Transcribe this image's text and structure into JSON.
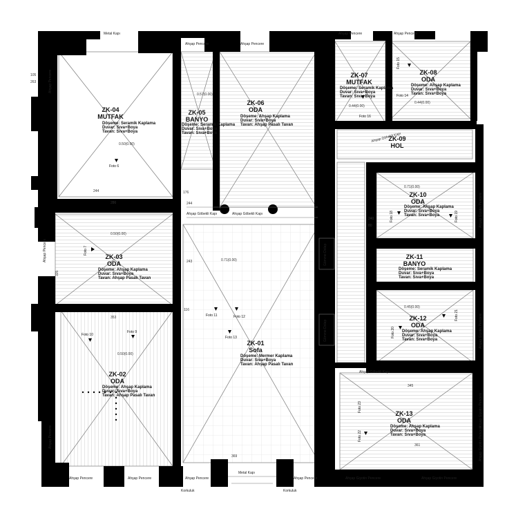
{
  "rooms": [
    {
      "id": "ZK-04",
      "name": "MUTFAK",
      "specs": [
        "Döşeme: Seramik Kaplama",
        "Duvar: Sıva+Boya",
        "Tavan: Sıva+Boya"
      ],
      "level": "0.50(0.00)"
    },
    {
      "id": "ZK-05",
      "name": "BANYO",
      "specs": [
        "Döşeme: Seramik Kaplama",
        "Duvar: Sıva+Boya",
        "Tavan: Sıva+Boya"
      ],
      "level": "0.57(0.00)"
    },
    {
      "id": "ZK-06",
      "name": "ODA",
      "specs": [
        "Döşeme: Ahşap Kaplama",
        "Duvar: Sıva+Boya",
        "Tavan: Ahşap Pasalı Tavan"
      ]
    },
    {
      "id": "ZK-07",
      "name": "MUTFAK",
      "specs": [
        "Döşeme: Seramik Kaplama",
        "Duvar: Sıva+Boya",
        "Tavan: Sıva+Boya"
      ],
      "level": "0.44(0.00)"
    },
    {
      "id": "ZK-08",
      "name": "ODA",
      "specs": [
        "Döşeme: Ahşap Kaplama",
        "Duvar: Sıva+Boya",
        "Tavan: Sıva+Boya"
      ],
      "level": "0.44(0.00)"
    },
    {
      "id": "ZK-09",
      "name": "HOL",
      "specs": []
    },
    {
      "id": "ZK-10",
      "name": "ODA",
      "specs": [
        "Döşeme: Ahşap Kaplama",
        "Duvar: Sıva+Boya",
        "Tavan: Sıva+Boya"
      ],
      "level": "0.71(0.00)"
    },
    {
      "id": "ZK-11",
      "name": "BANYO",
      "specs": [
        "Döşeme: Seramik Kaplama",
        "Duvar: Sıva+Boya",
        "Tavan: Sıva+Boya"
      ]
    },
    {
      "id": "ZK-12",
      "name": "ODA",
      "specs": [
        "Döşeme: Ahşap Kaplama",
        "Duvar: Sıva+Boya",
        "Tavan: Sıva+Boya"
      ],
      "level": "0.45(0.00)"
    },
    {
      "id": "ZK-03",
      "name": "ODA",
      "specs": [
        "Döşeme: Ahşap Kaplama",
        "Duvar: Sıva+Boya",
        "Tavan: Ahşap Pasalı Tavan"
      ],
      "level": "0.50(0.00)"
    },
    {
      "id": "ZK-01",
      "name": "Sofa",
      "specs": [
        "Döşeme: Mermer Kaplama",
        "Duvar: Sıva+Boya",
        "Tavan: Ahşap Pasalı Tavan"
      ],
      "level": "0.71(0.00)"
    },
    {
      "id": "ZK-02",
      "name": "ODA",
      "specs": [
        "Döşeme: Ahşap Kaplama",
        "Duvar: Sıva+Boya",
        "Tavan: Ahşap Pasalı Tavan"
      ],
      "level": "0.50(0.00)"
    },
    {
      "id": "ZK-13",
      "name": "ODA",
      "specs": [
        "Döşeme: Ahşap Kaplama",
        "Duvar: Sıva+Boya",
        "Tavan: Sıva+Boya"
      ]
    }
  ],
  "fotos": [
    "Foto 6",
    "Foto 7",
    "Foto 9",
    "Foto 10",
    "Foto 11",
    "Foto 12",
    "Foto 13",
    "Foto 14",
    "Foto 15",
    "Foto 16",
    "Foto 18",
    "Foto 19",
    "Foto 20",
    "Foto 21",
    "Foto 22",
    "Foto 23"
  ],
  "openings": {
    "metal_kapi": "Metal Kapı",
    "ahsap_pencere": "Ahşap Pencere",
    "ahsap_gobekli_kapi": "Ahşap Göbekli Kapı",
    "ahsap_giyotin_pencere": "Ahşap Giyotin Pencere",
    "gomme_dolap": "Gömme Dolap",
    "korkuluk": "Korkuluk"
  },
  "dimensions": [
    "105",
    "263",
    "244",
    "176",
    "286",
    "353",
    "369",
    "244",
    "243",
    "345",
    "361",
    "116",
    "335",
    "80",
    "240"
  ]
}
